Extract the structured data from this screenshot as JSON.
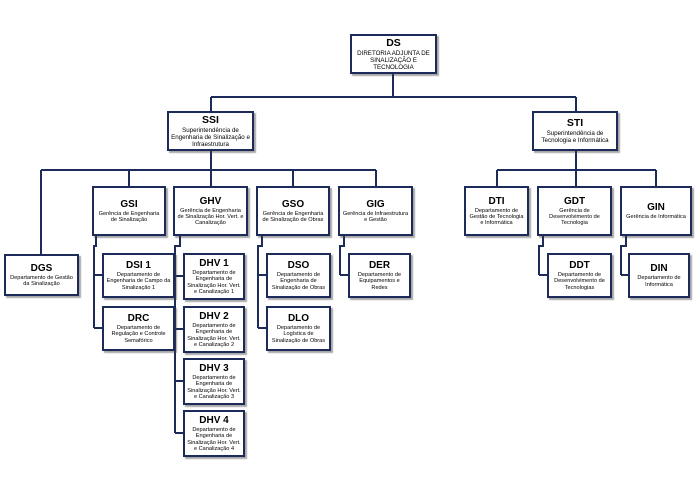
{
  "colors": {
    "line": "#1c2b5a",
    "border": "#1c2b5a",
    "text": "#000000"
  },
  "nodes": {
    "ds": {
      "code": "DS",
      "name": "DIRETORIA ADJUNTA DE SINALIZAÇÃO E TECNOLOGIA"
    },
    "ssi": {
      "code": "SSI",
      "name": "Superintendência de Engenharia de Sinalização e Infraestrutura"
    },
    "sti": {
      "code": "STI",
      "name": "Superintendência de Tecnologia e Informática"
    },
    "dgs": {
      "code": "DGS",
      "name": "Departamento de Gestão da Sinalização"
    },
    "gsi": {
      "code": "GSI",
      "name": "Gerência de Engenharia de Sinalização"
    },
    "ghv": {
      "code": "GHV",
      "name": "Gerência de Engenharia de Sinalização Hor. Vert. e Canalização"
    },
    "gso": {
      "code": "GSO",
      "name": "Gerência de Engenharia de Sinalização de Obras"
    },
    "gig": {
      "code": "GIG",
      "name": "Gerência de Infraestrutura e Gestão"
    },
    "dsi1": {
      "code": "DSI 1",
      "name": "Departamento de Engenharia de Campo da Sinalização 1"
    },
    "drc": {
      "code": "DRC",
      "name": "Departamento de Regulação e Controle Semafórico"
    },
    "dhv1": {
      "code": "DHV 1",
      "name": "Departamento de Engenharia de Sinalização Hor. Vert. e Canalização 1"
    },
    "dhv2": {
      "code": "DHV 2",
      "name": "Departamento de Engenharia de Sinalização Hor. Vert. e Canalização 2"
    },
    "dhv3": {
      "code": "DHV 3",
      "name": "Departamento de Engenharia de Sinalização Hor. Vert. e Canalização 3"
    },
    "dhv4": {
      "code": "DHV 4",
      "name": "Departamento de Engenharia de Sinalização Hor. Vert. e Canalização 4"
    },
    "dso": {
      "code": "DSO",
      "name": "Departamento de Engenharia de Sinalização de Obras"
    },
    "dlo": {
      "code": "DLO",
      "name": "Departamento de Logística de Sinalização de Obras"
    },
    "der": {
      "code": "DER",
      "name": "Departamento de Equipamentos e Redes"
    },
    "dti": {
      "code": "DTI",
      "name": "Departamento de Gestão de Tecnologia e Informática"
    },
    "gdt": {
      "code": "GDT",
      "name": "Gerência de Desenvolvimento de Tecnologia"
    },
    "gin": {
      "code": "GIN",
      "name": "Gerência de Informática"
    },
    "ddt": {
      "code": "DDT",
      "name": "Departamento de Desenvolvimento de Tecnologias"
    },
    "din": {
      "code": "DIN",
      "name": "Departamento de Informática"
    }
  }
}
